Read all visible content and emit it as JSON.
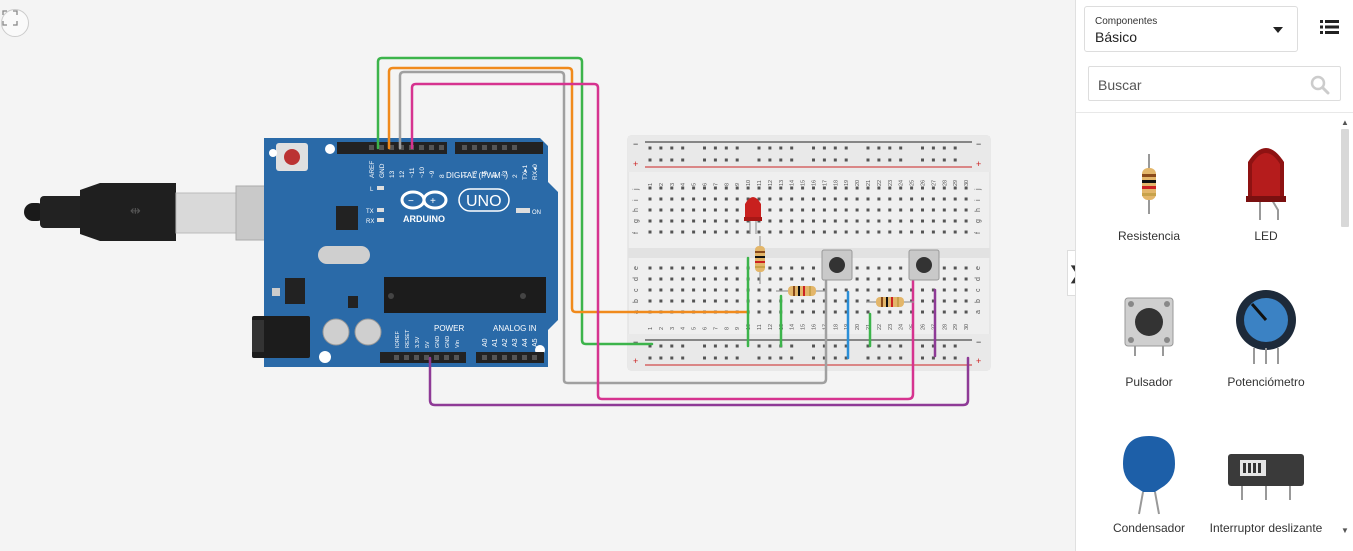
{
  "canvas": {
    "arduino": {
      "brand": "ARDUINO",
      "model": "UNO",
      "digital_label": "DIGITAL (PWM~)",
      "power_label": "POWER",
      "analog_label": "ANALOG IN",
      "on_label": "ON",
      "l_label": "L",
      "tx_label": "TX",
      "rx_label": "RX",
      "txrx_label": "TX▸1",
      "rxrx_label": "RX◂0",
      "top_pins": [
        "AREF",
        "GND",
        "13",
        "12",
        "~11",
        "~10",
        "~9",
        "8",
        "7",
        "~6",
        "~5",
        "4",
        "~3",
        "2"
      ],
      "power_pins": [
        "IOREF",
        "RESET",
        "3.3V",
        "5V",
        "GND",
        "GND",
        "Vin"
      ],
      "analog_pins": [
        "A0",
        "A1",
        "A2",
        "A3",
        "A4",
        "A5"
      ]
    },
    "breadboard": {
      "rail_minus": "−",
      "rail_plus": "+",
      "col_numbers": [
        "1",
        "2",
        "3",
        "4",
        "5",
        "6",
        "7",
        "8",
        "9",
        "10",
        "11",
        "12",
        "13",
        "14",
        "15",
        "16",
        "17",
        "18",
        "19",
        "20",
        "21",
        "22",
        "23",
        "24",
        "25",
        "26",
        "27",
        "28",
        "29",
        "30"
      ],
      "row_letters_top": [
        "j",
        "i",
        "h",
        "g",
        "f"
      ],
      "row_letters_bottom": [
        "e",
        "d",
        "c",
        "b",
        "a"
      ]
    },
    "colors": {
      "board": "#2a6aa8",
      "wire_green": "#3cb44b",
      "wire_orange": "#f08a1c",
      "wire_gray": "#a0a0a0",
      "wire_magenta": "#d6338f",
      "wire_purple": "#8e3a96",
      "wire_blue": "#2a8fd8",
      "led_red": "#c8201e"
    }
  },
  "panel": {
    "dropdown_caption": "Componentes",
    "dropdown_value": "Básico",
    "search_placeholder": "Buscar",
    "components": [
      {
        "label": "Resistencia",
        "icon": "resistor-icon"
      },
      {
        "label": "LED",
        "icon": "led-icon"
      },
      {
        "label": "Pulsador",
        "icon": "pushbutton-icon"
      },
      {
        "label": "Potenciómetro",
        "icon": "potentiometer-icon"
      },
      {
        "label": "Condensador",
        "icon": "capacitor-icon"
      },
      {
        "label": "Interruptor deslizante",
        "icon": "slide-switch-icon"
      }
    ]
  }
}
